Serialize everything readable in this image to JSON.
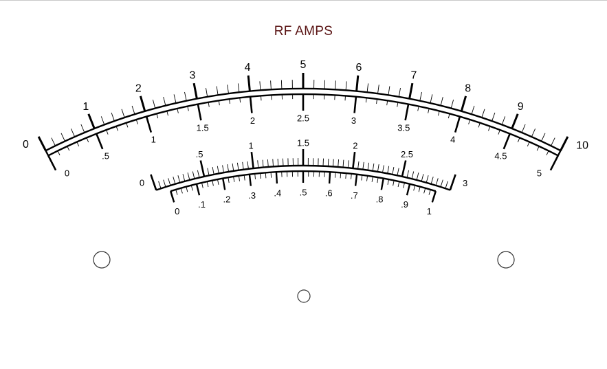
{
  "title": "RF AMPS",
  "colors": {
    "title": "#5a1414",
    "ink": "#000000",
    "background": "#ffffff"
  },
  "scales": [
    {
      "id": "outer-top",
      "labels": [
        "0",
        "1",
        "2",
        "3",
        "4",
        "5",
        "6",
        "7",
        "8",
        "9",
        "10"
      ]
    },
    {
      "id": "outer-bottom",
      "labels": [
        "0",
        ".5",
        "1",
        "1.5",
        "2",
        "2.5",
        "3",
        "3.5",
        "4",
        "4.5",
        "5"
      ]
    },
    {
      "id": "inner-top",
      "labels": [
        "0",
        ".5",
        "1",
        "1.5",
        "2",
        "2.5",
        "3"
      ]
    },
    {
      "id": "inner-bottom",
      "labels": [
        "0",
        ".1",
        ".2",
        ".3",
        ".4",
        ".5",
        ".6",
        ".7",
        ".8",
        ".9",
        "1"
      ]
    }
  ],
  "mounting_holes": [
    "left-hole",
    "right-hole",
    "bottom-hole"
  ]
}
